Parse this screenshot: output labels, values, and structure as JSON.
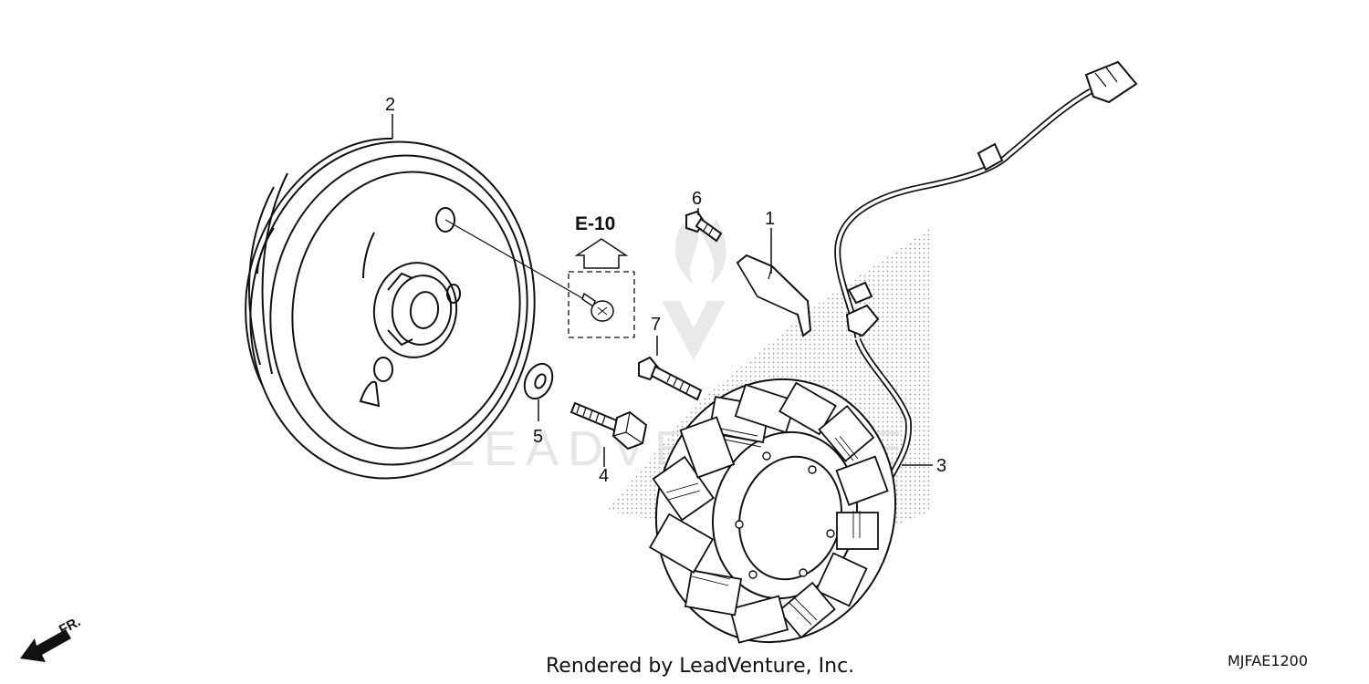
{
  "diagram": {
    "callouts": {
      "part1": "1",
      "part2": "2",
      "part3": "3",
      "part4": "4",
      "part5": "5",
      "part6": "6",
      "part7": "7"
    },
    "reference_label": "E-10",
    "front_marker": "FR.",
    "watermark": "LEADVENTURE"
  },
  "footer": {
    "credit": "Rendered by LeadVenture, Inc.",
    "diagram_code": "MJFAE1200"
  },
  "colors": {
    "line": "#111111",
    "watermark": "#d2d2d2",
    "background": "#ffffff"
  }
}
